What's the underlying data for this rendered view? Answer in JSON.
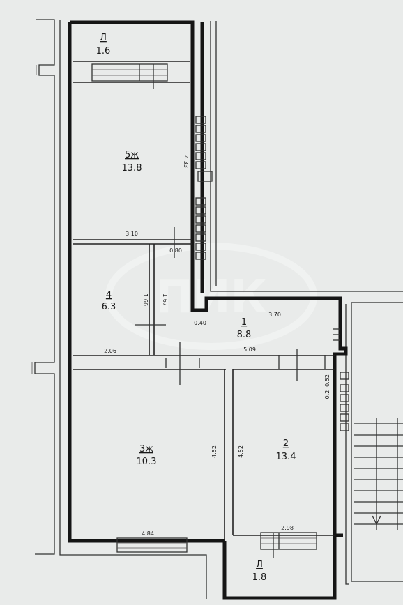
{
  "rooms": [
    {
      "id": "balcony-top",
      "label": "Л",
      "area": "1.6"
    },
    {
      "id": "room-5",
      "label": "5ж",
      "area": "13.8"
    },
    {
      "id": "room-4",
      "label": "4",
      "area": "6.3"
    },
    {
      "id": "hall-1",
      "label": "1",
      "area": "8.8"
    },
    {
      "id": "room-3",
      "label": "3ж",
      "area": "10.3"
    },
    {
      "id": "room-2",
      "label": "2",
      "area": "13.4"
    },
    {
      "id": "balcony-bottom",
      "label": "Л",
      "area": "1.8"
    }
  ],
  "dimensions": {
    "d_433": "4.33",
    "d_310": "3.10",
    "d_080": "0.80",
    "d_166": "1.66",
    "d_167": "1.67",
    "d_206": "2.06",
    "d_040": "0.40",
    "d_370": "3.70",
    "d_509": "5.09",
    "d_052": "0.52",
    "d_02": "0.2",
    "d_452_left": "4.52",
    "d_452_right": "4.52",
    "d_484": "4.84",
    "d_298": "2.98"
  },
  "watermark": "ПИК"
}
